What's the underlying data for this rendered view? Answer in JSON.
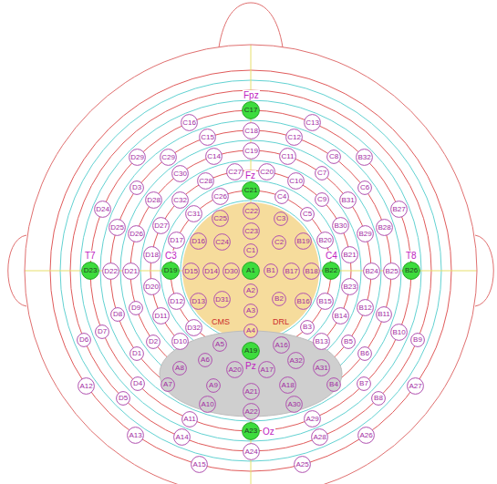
{
  "diagram": {
    "nodes": [
      {
        "text": [
          "A1"
        ]
      },
      {
        "text": [
          "A2"
        ]
      },
      {
        "text": [
          "A3"
        ]
      },
      {
        "text": [
          "A4"
        ]
      },
      {
        "text": [
          "A5"
        ]
      },
      {
        "text": [
          "A6"
        ]
      },
      {
        "text": [
          "A7"
        ]
      },
      {
        "text": [
          "A8"
        ]
      },
      {
        "text": [
          "A9"
        ]
      },
      {
        "text": [
          "A10"
        ]
      },
      {
        "text": [
          "A11"
        ]
      },
      {
        "text": [
          "A12"
        ]
      },
      {
        "text": [
          "A13"
        ]
      },
      {
        "text": [
          "A14"
        ]
      },
      {
        "text": [
          "A15"
        ]
      },
      {
        "text": [
          "A16"
        ]
      },
      {
        "text": [
          "A17"
        ]
      },
      {
        "text": [
          "A18"
        ]
      },
      {
        "text": [
          "Pz",
          "A19"
        ]
      },
      {
        "text": [
          "A20"
        ]
      },
      {
        "text": [
          "A21"
        ]
      },
      {
        "text": [
          "A22"
        ]
      },
      {
        "text": [
          "Oz",
          "A23"
        ]
      },
      {
        "text": [
          "A24"
        ]
      },
      {
        "text": [
          "A25"
        ]
      },
      {
        "text": [
          "A26"
        ]
      },
      {
        "text": [
          "A27"
        ]
      },
      {
        "text": [
          "A28"
        ]
      },
      {
        "text": [
          "A29"
        ]
      },
      {
        "text": [
          "A30"
        ]
      },
      {
        "text": [
          "A31"
        ]
      },
      {
        "text": [
          "A32"
        ]
      },
      {
        "text": [
          "B1"
        ]
      },
      {
        "text": [
          "B2"
        ]
      },
      {
        "text": [
          "B3"
        ]
      },
      {
        "text": [
          "B4"
        ]
      },
      {
        "text": [
          "B5"
        ]
      },
      {
        "text": [
          "B6"
        ]
      },
      {
        "text": [
          "B7"
        ]
      },
      {
        "text": [
          "B8"
        ]
      },
      {
        "text": [
          "B9"
        ]
      },
      {
        "text": [
          "B10"
        ]
      },
      {
        "text": [
          "B11"
        ]
      },
      {
        "text": [
          "B12"
        ]
      },
      {
        "text": [
          "B13"
        ]
      },
      {
        "text": [
          "B14"
        ]
      },
      {
        "text": [
          "B15"
        ]
      },
      {
        "text": [
          "B16"
        ]
      },
      {
        "text": [
          "B17"
        ]
      },
      {
        "text": [
          "B18"
        ]
      },
      {
        "text": [
          "B19"
        ]
      },
      {
        "text": [
          "B20"
        ]
      },
      {
        "text": [
          "B21"
        ]
      },
      {
        "text": [
          "C4",
          "B22"
        ]
      },
      {
        "text": [
          "B23"
        ]
      },
      {
        "text": [
          "B24"
        ]
      },
      {
        "text": [
          "B25"
        ]
      },
      {
        "text": [
          "T8",
          "B26"
        ]
      },
      {
        "text": [
          "B27"
        ]
      },
      {
        "text": [
          "B28"
        ]
      },
      {
        "text": [
          "B29"
        ]
      },
      {
        "text": [
          "B30"
        ]
      },
      {
        "text": [
          "B31"
        ]
      },
      {
        "text": [
          "B32"
        ]
      },
      {
        "text": [
          "C1"
        ]
      },
      {
        "text": [
          "C2"
        ]
      },
      {
        "text": [
          "C3"
        ]
      },
      {
        "text": [
          "C4"
        ]
      },
      {
        "text": [
          "C5"
        ]
      },
      {
        "text": [
          "C6"
        ]
      },
      {
        "text": [
          "C7"
        ]
      },
      {
        "text": [
          "C8"
        ]
      },
      {
        "text": [
          "C9"
        ]
      },
      {
        "text": [
          "C10"
        ]
      },
      {
        "text": [
          "C11"
        ]
      },
      {
        "text": [
          "C12"
        ]
      },
      {
        "text": [
          "C13"
        ]
      },
      {
        "text": [
          "C14"
        ]
      },
      {
        "text": [
          "C15"
        ]
      },
      {
        "text": [
          "C16"
        ]
      },
      {
        "text": [
          "Fpz",
          "C17"
        ]
      },
      {
        "text": [
          "C18"
        ]
      },
      {
        "text": [
          "C19"
        ]
      },
      {
        "text": [
          "C20"
        ]
      },
      {
        "text": [
          "Fz",
          "C21"
        ]
      },
      {
        "text": [
          "C22"
        ]
      },
      {
        "text": [
          "C23"
        ]
      },
      {
        "text": [
          "C24"
        ]
      },
      {
        "text": [
          "C25"
        ]
      },
      {
        "text": [
          "C26"
        ]
      },
      {
        "text": [
          "C27"
        ]
      },
      {
        "text": [
          "C28"
        ]
      },
      {
        "text": [
          "C29"
        ]
      },
      {
        "text": [
          "C30"
        ]
      },
      {
        "text": [
          "C31"
        ]
      },
      {
        "text": [
          "C32"
        ]
      },
      {
        "text": [
          "D1"
        ]
      },
      {
        "text": [
          "D2"
        ]
      },
      {
        "text": [
          "D3"
        ]
      },
      {
        "text": [
          "D4"
        ]
      },
      {
        "text": [
          "D5"
        ]
      },
      {
        "text": [
          "D6"
        ]
      },
      {
        "text": [
          "D7"
        ]
      },
      {
        "text": [
          "D8"
        ]
      },
      {
        "text": [
          "D9"
        ]
      },
      {
        "text": [
          "D10"
        ]
      },
      {
        "text": [
          "D11"
        ]
      },
      {
        "text": [
          "D12"
        ]
      },
      {
        "text": [
          "D13"
        ]
      },
      {
        "text": [
          "D14"
        ]
      },
      {
        "text": [
          "D15"
        ]
      },
      {
        "text": [
          "D16"
        ]
      },
      {
        "text": [
          "D17"
        ]
      },
      {
        "text": [
          "D18"
        ]
      },
      {
        "text": [
          "C3",
          "D19"
        ]
      },
      {
        "text": [
          "D20"
        ]
      },
      {
        "text": [
          "D21"
        ]
      },
      {
        "text": [
          "D22"
        ]
      },
      {
        "text": [
          "T7",
          "D23"
        ]
      },
      {
        "text": [
          "D24"
        ]
      },
      {
        "text": [
          "D25"
        ]
      },
      {
        "text": [
          "D26"
        ]
      },
      {
        "text": [
          "D27"
        ]
      },
      {
        "text": [
          "D28"
        ]
      },
      {
        "text": [
          "D29"
        ]
      },
      {
        "text": [
          "D30"
        ]
      },
      {
        "text": [
          "D31"
        ]
      },
      {
        "text": [
          "D32"
        ]
      }
    ],
    "labels": [
      "CMS",
      "DRL"
    ]
  }
}
